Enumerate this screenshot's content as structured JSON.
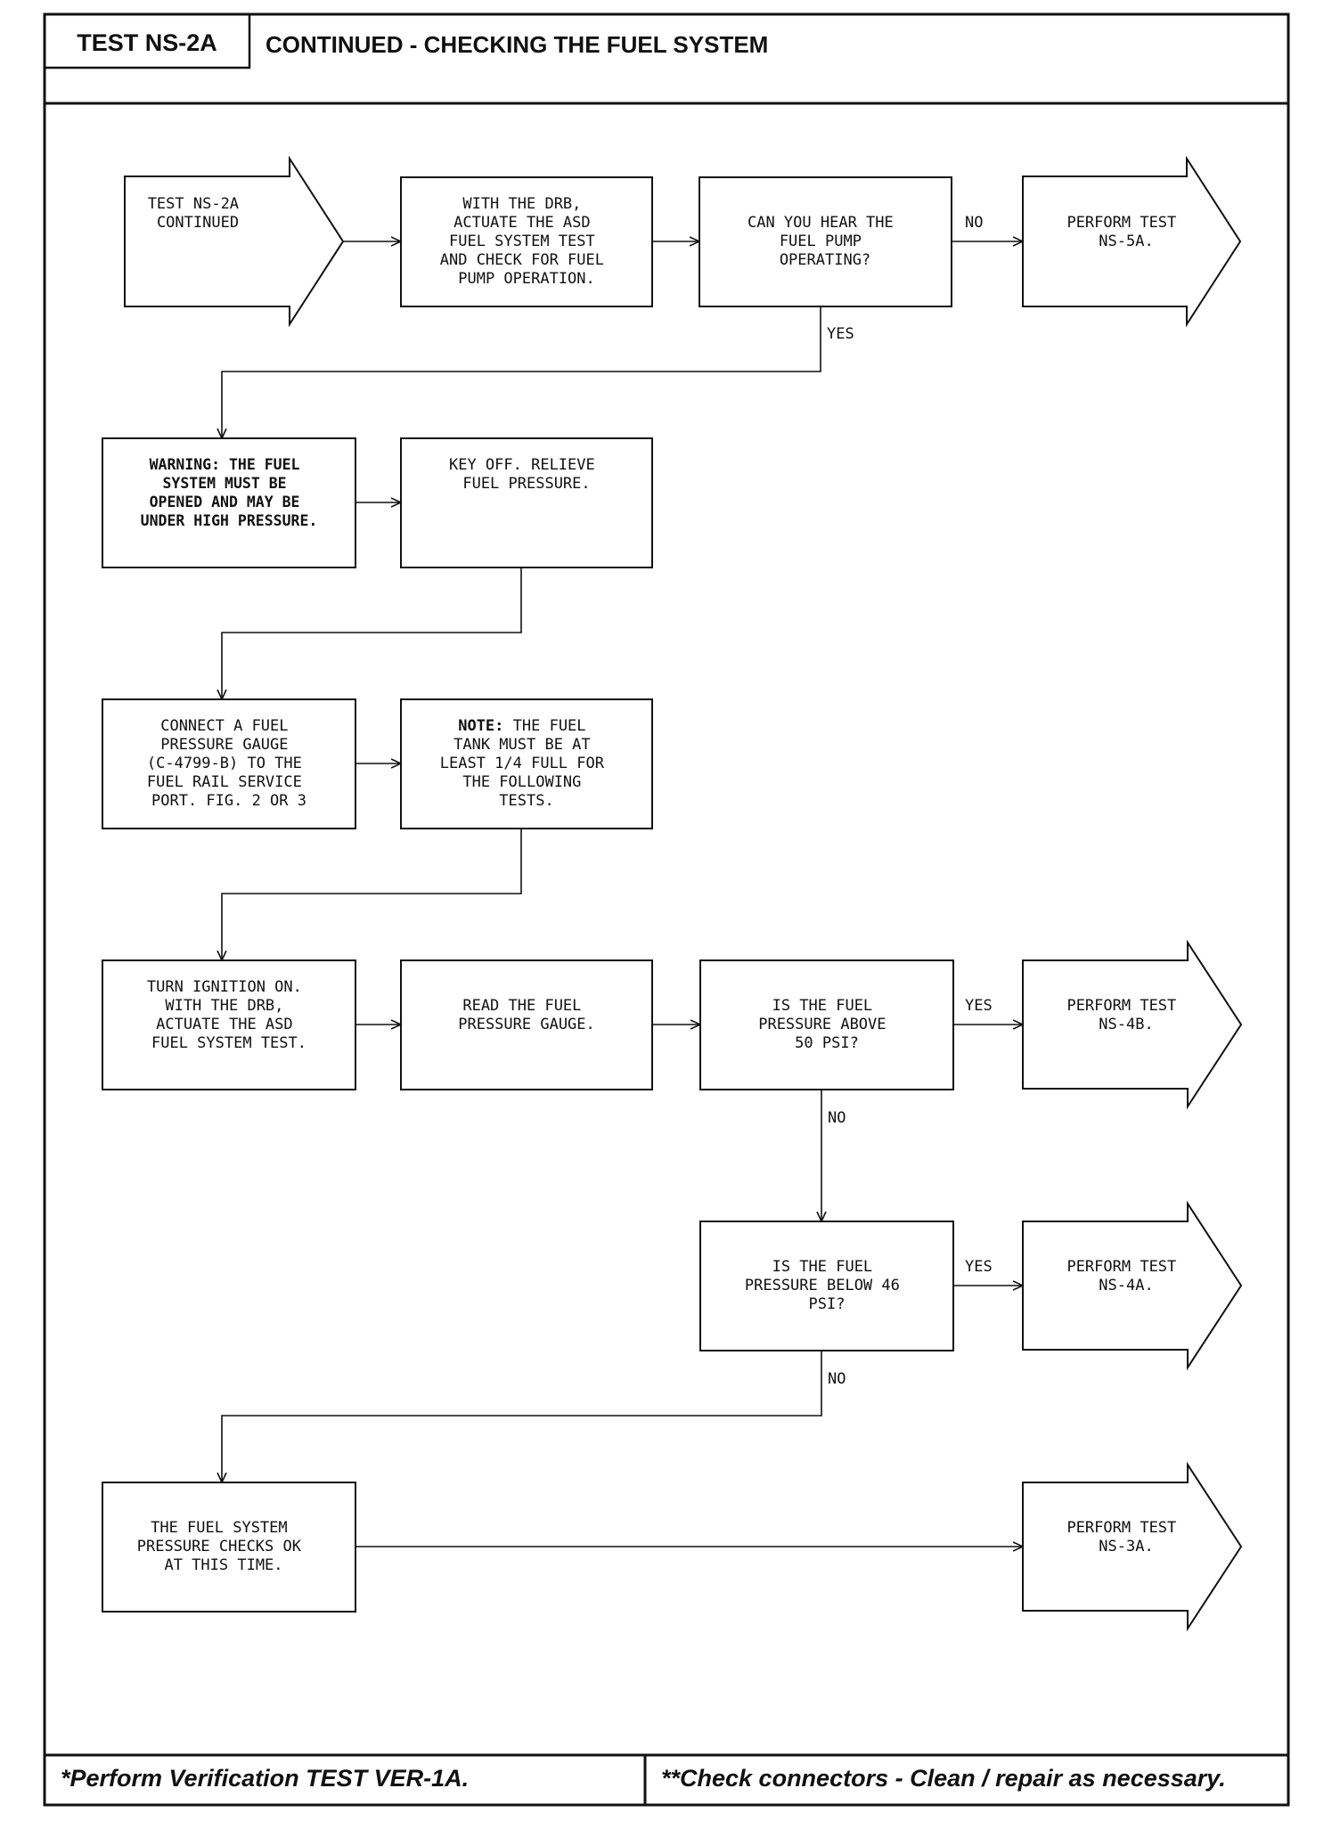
{
  "header": {
    "test_id": "TEST NS-2A",
    "title": "CONTINUED - CHECKING THE FUEL SYSTEM"
  },
  "footer": {
    "left": "*Perform Verification TEST VER-1A.",
    "right": "**Check connectors - Clean / repair as necessary."
  },
  "nodes": {
    "start": [
      "TEST NS-2A",
      "CONTINUED"
    ],
    "actuate_asd": [
      "WITH THE DRB,",
      "ACTUATE THE ASD",
      "FUEL SYSTEM TEST",
      "AND CHECK FOR FUEL",
      "PUMP OPERATION."
    ],
    "hear_pump": [
      "CAN YOU HEAR THE",
      "FUEL PUMP",
      "OPERATING?"
    ],
    "perform_ns5a": [
      "PERFORM TEST",
      "NS-5A."
    ],
    "warning": [
      "WARNING: THE FUEL",
      "SYSTEM MUST BE",
      "OPENED AND MAY BE",
      "UNDER HIGH PRESSURE."
    ],
    "key_off": [
      "KEY OFF. RELIEVE",
      "FUEL PRESSURE."
    ],
    "connect_gauge": [
      "CONNECT A FUEL",
      "PRESSURE GAUGE",
      "(C-4799-B) TO THE",
      "FUEL RAIL SERVICE",
      "PORT. FIG. 2 OR 3"
    ],
    "note_bold": "NOTE:",
    "note": [
      " THE FUEL",
      "TANK MUST BE AT",
      "LEAST 1/4 FULL FOR",
      "THE FOLLOWING",
      "TESTS."
    ],
    "ignition_on": [
      "TURN IGNITION ON.",
      "",
      "WITH THE DRB,",
      "ACTUATE THE ASD",
      "FUEL SYSTEM TEST."
    ],
    "read_gauge": [
      "READ THE FUEL",
      "PRESSURE GAUGE."
    ],
    "above_50": [
      "IS THE FUEL",
      "PRESSURE ABOVE",
      "50 PSI?"
    ],
    "perform_ns4b": [
      "PERFORM TEST",
      "NS-4B."
    ],
    "below_46": [
      "IS THE FUEL",
      "PRESSURE BELOW 46",
      "PSI?"
    ],
    "perform_ns4a": [
      "PERFORM TEST",
      "NS-4A."
    ],
    "checks_ok": [
      "THE FUEL SYSTEM",
      "PRESSURE CHECKS OK",
      "AT THIS TIME."
    ],
    "perform_ns3a": [
      "PERFORM TEST",
      "NS-3A."
    ]
  },
  "labels": {
    "no_1": "NO",
    "yes_1": "YES",
    "yes_2": "YES",
    "no_2": "NO",
    "yes_3": "YES",
    "no_3": "NO"
  }
}
